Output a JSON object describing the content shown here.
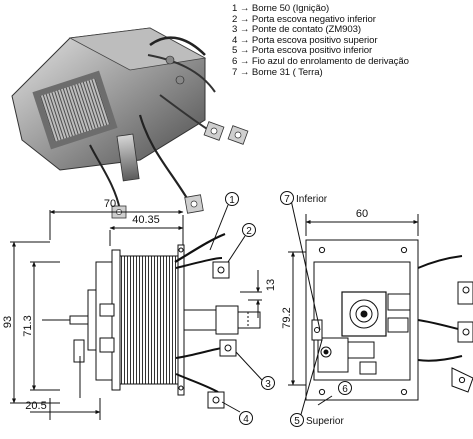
{
  "legend": [
    {
      "num": "1",
      "arrow": "→",
      "text": "Borne 50 (Ignição)"
    },
    {
      "num": "2",
      "arrow": "→",
      "text": "Porta escova negativo inferior"
    },
    {
      "num": "3",
      "arrow": "→",
      "text": "Ponte de contato (ZM903)"
    },
    {
      "num": "4",
      "arrow": "→",
      "text": "Porta escova positivo superior"
    },
    {
      "num": "5",
      "arrow": "→",
      "text": "Porta escova positivo inferior"
    },
    {
      "num": "6",
      "arrow": "→",
      "text": "Fio azul do enrolamento de derivação"
    },
    {
      "num": "7",
      "arrow": "→",
      "text": "Borne 31 ( Terra)"
    }
  ],
  "side_view": {
    "dim_total_width": "70",
    "dim_body_width": "40.35",
    "dim_total_height": "93",
    "dim_mount_height": "71.3",
    "dim_offset": "13",
    "dim_bottom": "20.5",
    "callouts": [
      "1",
      "2",
      "3",
      "4"
    ]
  },
  "end_view": {
    "dim_width": "60",
    "dim_height": "79.2",
    "label_top": "Inferior",
    "label_top_num": "7",
    "label_bottom": "Superior",
    "label_bottom_num": "5",
    "label_six": "6"
  }
}
